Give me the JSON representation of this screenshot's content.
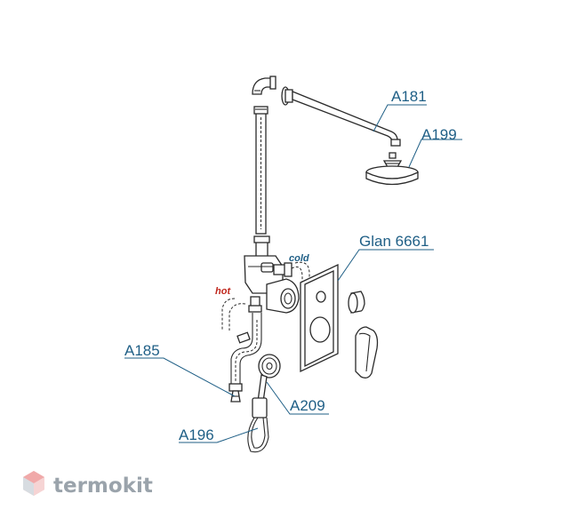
{
  "labels": {
    "a181": "A181",
    "a199": "A199",
    "glan": "Glan 6661",
    "a185": "A185",
    "a209": "A209",
    "a196": "A196",
    "hot": "hot",
    "cold": "cold"
  },
  "watermark": {
    "brand": "termokit",
    "logo_icon": "hexagon-cube-icon"
  },
  "colors": {
    "label": "#1f5f86",
    "hot": "#c0281e",
    "cold": "#1f5f86",
    "watermark": "#9aa3ab"
  }
}
